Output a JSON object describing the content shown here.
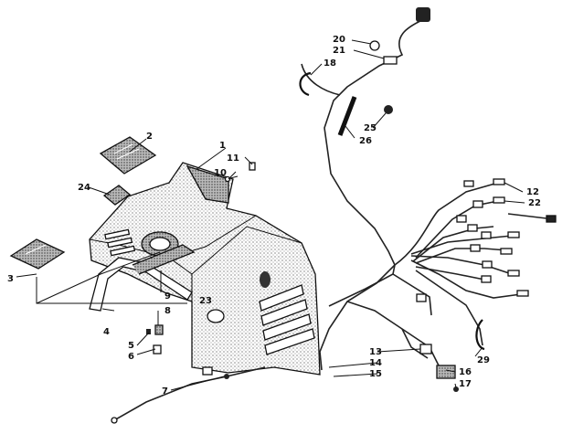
{
  "diagram": {
    "callouts": [
      {
        "id": "c1",
        "text": "1"
      },
      {
        "id": "c2",
        "text": "2"
      },
      {
        "id": "c3",
        "text": "3"
      },
      {
        "id": "c4",
        "text": "4"
      },
      {
        "id": "c5",
        "text": "5"
      },
      {
        "id": "c6",
        "text": "6"
      },
      {
        "id": "c7",
        "text": "7"
      },
      {
        "id": "c8",
        "text": "8"
      },
      {
        "id": "c9",
        "text": "9"
      },
      {
        "id": "c10",
        "text": "10"
      },
      {
        "id": "c11",
        "text": "11"
      },
      {
        "id": "c12",
        "text": "12"
      },
      {
        "id": "c13",
        "text": "13"
      },
      {
        "id": "c14",
        "text": "14"
      },
      {
        "id": "c15",
        "text": "15"
      },
      {
        "id": "c16",
        "text": "16"
      },
      {
        "id": "c17",
        "text": "17"
      },
      {
        "id": "c18",
        "text": "18"
      },
      {
        "id": "c20",
        "text": "20"
      },
      {
        "id": "c21",
        "text": "21"
      },
      {
        "id": "c22",
        "text": "22"
      },
      {
        "id": "c23",
        "text": "23"
      },
      {
        "id": "c24",
        "text": "24"
      },
      {
        "id": "c25",
        "text": "25"
      },
      {
        "id": "c26",
        "text": "26"
      },
      {
        "id": "c29",
        "text": "29"
      }
    ]
  }
}
